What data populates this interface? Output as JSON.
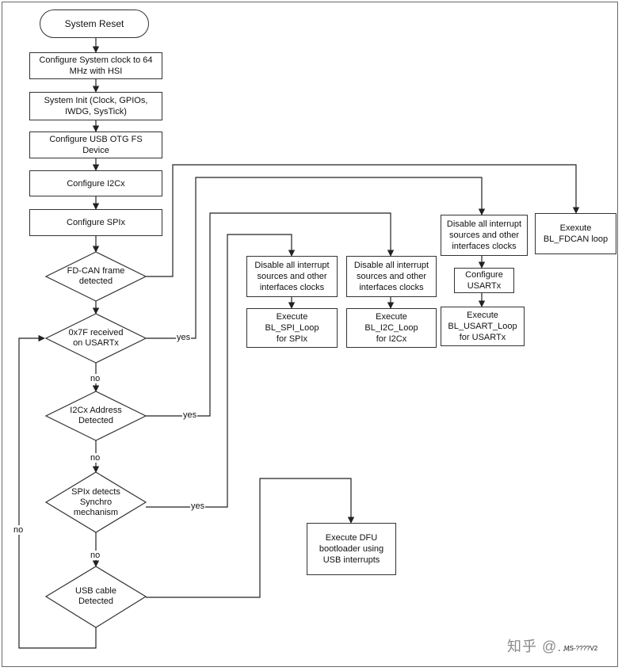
{
  "nodes": {
    "system_reset": "System Reset",
    "configure_clock": "Configure System clock to 64\nMHz with HSI",
    "system_init": "System Init (Clock, GPIOs,\nIWDG, SysTick)",
    "configure_usb": "Configure USB OTG FS\nDevice",
    "configure_i2c": "Configure I2Cx",
    "configure_spi": "Configure SPIx",
    "fdcan_detected": "FD-CAN frame\ndetected",
    "usart_received": "0x7F received\non USARTx",
    "i2c_address": "I2Cx Address\nDetected",
    "spi_synchro": "SPIx detects\nSynchro\nmechanism",
    "usb_cable": "USB cable\nDetected",
    "disable_spi": "Disable all interrupt\nsources and other\ninterfaces clocks",
    "disable_i2c": "Disable all interrupt\nsources and other\ninterfaces clocks",
    "disable_usart": "Disable all interrupt\nsources and other\ninterfaces clocks",
    "configure_usart": "Configure\nUSARTx",
    "exec_spi": "Execute\nBL_SPI_Loop\nfor SPIx",
    "exec_i2c": "Execute\nBL_I2C_Loop\nfor I2Cx",
    "exec_usart": "Execute\nBL_USART_Loop\nfor USARTx",
    "exec_fdcan": "Exexute\nBL_FDCAN loop",
    "exec_dfu": "Execute DFU\nbootloader using\nUSB interrupts"
  },
  "edge_labels": {
    "yes_usart": "yes",
    "yes_i2c": "yes",
    "yes_spi": "yes",
    "no_usart": "no",
    "no_i2c": "no",
    "no_spi": "no",
    "no_loop": "no"
  },
  "figure_code": "MS-????V2",
  "watermark": "知乎 @...",
  "colors": {
    "line": "#222222",
    "box_border": "#333333",
    "frame": "#6a6a6a"
  }
}
